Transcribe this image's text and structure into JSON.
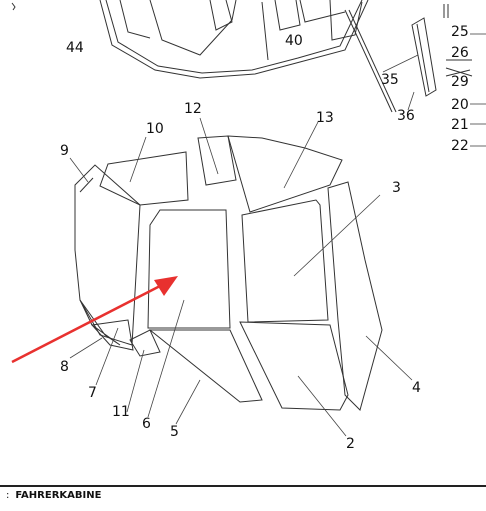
{
  "callouts": [
    {
      "id": "c44",
      "text": "44"
    },
    {
      "id": "c40",
      "text": "40"
    },
    {
      "id": "c25",
      "text": "25"
    },
    {
      "id": "c26",
      "text": "26"
    },
    {
      "id": "c29",
      "text": "29"
    },
    {
      "id": "c20",
      "text": "20"
    },
    {
      "id": "c21",
      "text": "21"
    },
    {
      "id": "c22",
      "text": "22"
    },
    {
      "id": "c35",
      "text": "35"
    },
    {
      "id": "c36",
      "text": "36"
    },
    {
      "id": "c12",
      "text": "12"
    },
    {
      "id": "c13",
      "text": "13"
    },
    {
      "id": "c10",
      "text": "10"
    },
    {
      "id": "c9",
      "text": "9"
    },
    {
      "id": "c3",
      "text": "3"
    },
    {
      "id": "c8",
      "text": "8"
    },
    {
      "id": "c7",
      "text": "7"
    },
    {
      "id": "c11",
      "text": "11"
    },
    {
      "id": "c6",
      "text": "6"
    },
    {
      "id": "c5",
      "text": "5"
    },
    {
      "id": "c4",
      "text": "4"
    },
    {
      "id": "c2",
      "text": "2"
    }
  ],
  "footer": {
    "lead": ":",
    "title": "FAHRERKABINE"
  },
  "colors": {
    "arrow": "#e8312f",
    "line": "#333333"
  }
}
